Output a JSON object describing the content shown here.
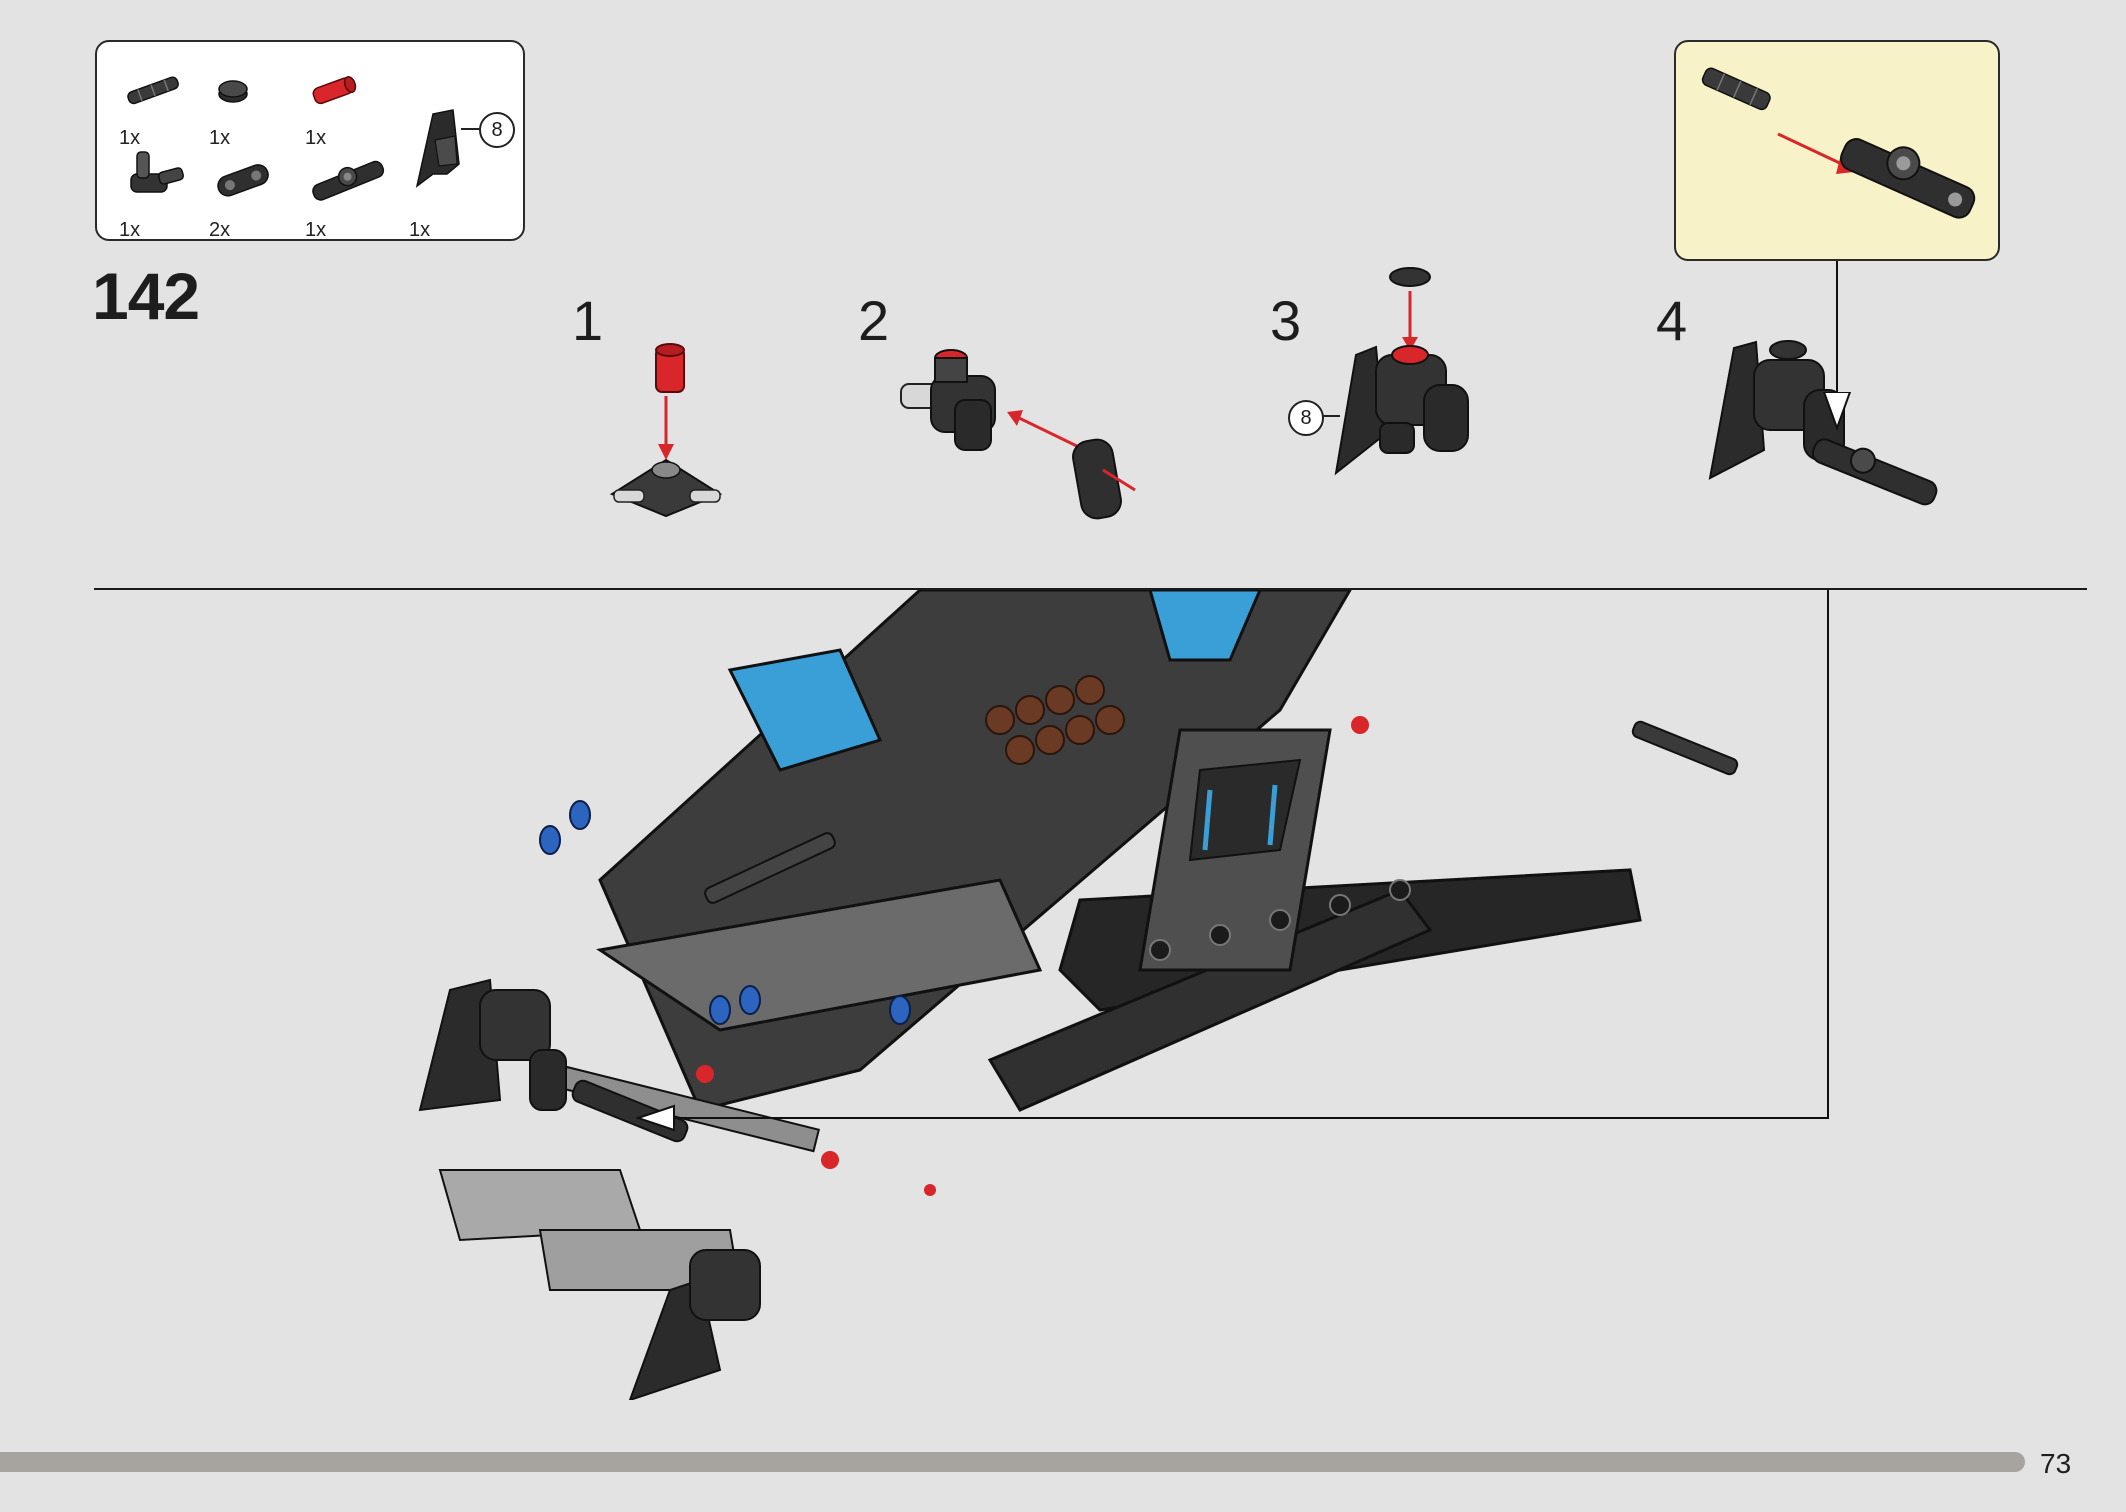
{
  "parts_list": {
    "items": [
      {
        "name": "axle-connector-part",
        "qty": "1x"
      },
      {
        "name": "round-tile-part",
        "qty": "1x"
      },
      {
        "name": "red-pin-part",
        "qty": "1x"
      },
      {
        "name": "pin-connector-part",
        "qty": "1x"
      },
      {
        "name": "double-beam-part",
        "qty": "2x"
      },
      {
        "name": "axle-joiner-part",
        "qty": "1x"
      },
      {
        "name": "panel-part",
        "qty": "1x"
      }
    ],
    "panel_size": "8"
  },
  "step": {
    "number": "142"
  },
  "sub_steps": [
    {
      "label": "1"
    },
    {
      "label": "2"
    },
    {
      "label": "3",
      "callout": "8"
    },
    {
      "label": "4"
    }
  ],
  "page": {
    "number": "73",
    "progress": 0.73
  },
  "colors": {
    "background": "#e3e3e3",
    "callout_background": "#f8f2c8",
    "arrow": "#d9262b",
    "progress_bar": "#a7a39f",
    "accent_blue": "#3a9fd6"
  }
}
